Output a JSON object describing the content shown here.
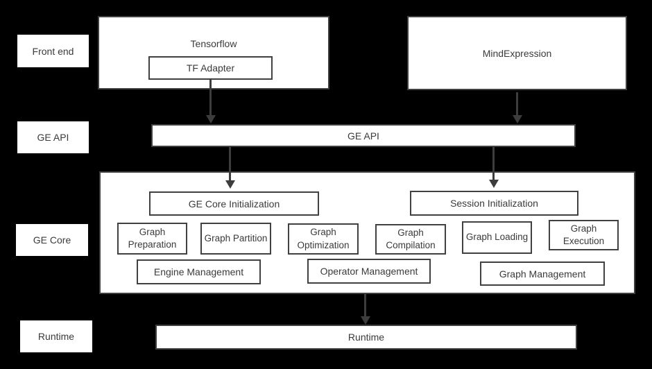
{
  "side_labels": {
    "front_end": "Front end",
    "ge_api": "GE API",
    "ge_core": "GE Core",
    "runtime": "Runtime"
  },
  "front_end": {
    "tensorflow": "Tensorflow",
    "tf_adapter": "TF Adapter",
    "mind_expression": "MindExpression"
  },
  "ge_api": {
    "label": "GE API"
  },
  "ge_core": {
    "ge_core_initialization": "GE Core Initialization",
    "session_initialization": "Session Initialization",
    "modules": [
      "Graph Preparation",
      "Graph Partition",
      "Graph Optimization",
      "Graph Compilation",
      "Graph Loading",
      "Graph Execution"
    ],
    "management": [
      "Engine Management",
      "Operator Management",
      "Graph Management"
    ]
  },
  "runtime": {
    "label": "Runtime"
  },
  "colors": {
    "background": "#000000",
    "box_fill": "#ffffff",
    "border": "#404040",
    "text": "#3a3a3a",
    "arrow": "#3d3d3d"
  }
}
